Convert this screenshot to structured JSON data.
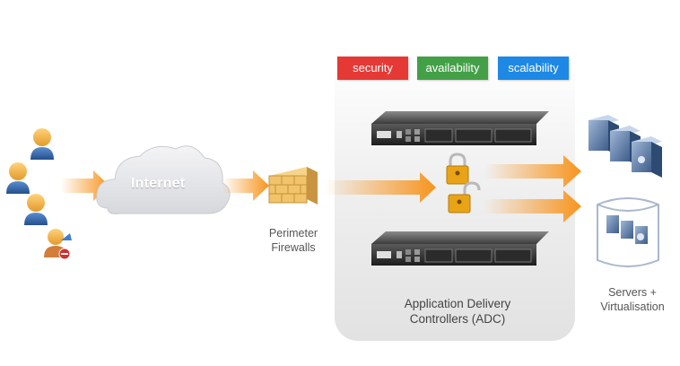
{
  "tags": {
    "security": {
      "label": "security",
      "color": "#e53935"
    },
    "availability": {
      "label": "availability",
      "color": "#43a047"
    },
    "scalability": {
      "label": "scalability",
      "color": "#1e88e5"
    }
  },
  "internet": {
    "label": "Internet"
  },
  "firewall": {
    "line1": "Perimeter",
    "line2": "Firewalls"
  },
  "adc": {
    "line1": "Application Delivery",
    "line2": "Controllers (ADC)"
  },
  "servers": {
    "line1": "Servers +",
    "line2": "Virtualisation"
  },
  "colors": {
    "arrow": "#f7941d",
    "panel": "#ebebeb",
    "lock": "#e8a317"
  }
}
